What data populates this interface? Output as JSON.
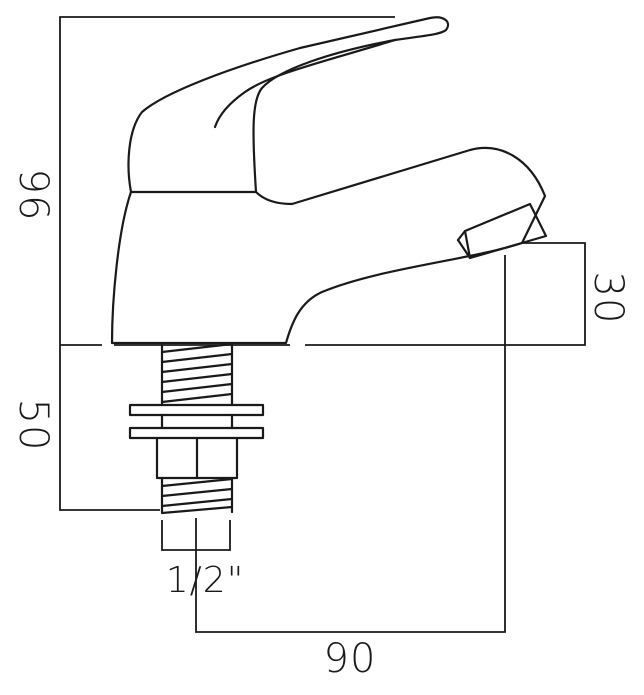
{
  "colors": {
    "line": "#1a1a1a",
    "background": "#ffffff"
  },
  "dimensions": {
    "overall_height": "96",
    "spout_height": "30",
    "shank_length": "50",
    "thread_size": "1/2\"",
    "projection": "90"
  }
}
